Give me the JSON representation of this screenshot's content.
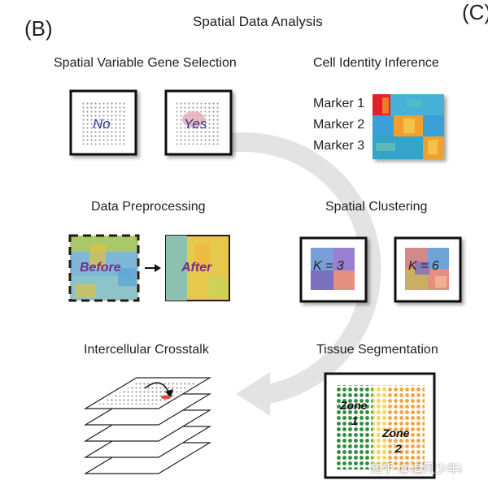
{
  "panel_label_left": "(B)",
  "panel_label_right": "(C)",
  "title": "Spatial Data Analysis",
  "sections": {
    "svg_selection": {
      "title": "Spatial Variable Gene Selection",
      "labels": [
        "No",
        "Yes"
      ]
    },
    "cell_identity": {
      "title": "Cell Identity Inference",
      "markers": [
        "Marker 1",
        "Marker 2",
        "Marker 3"
      ]
    },
    "preprocessing": {
      "title": "Data Preprocessing",
      "before": "Before",
      "after": "After"
    },
    "clustering": {
      "title": "Spatial Clustering",
      "k_labels": [
        "K = 3",
        "K = 6"
      ]
    },
    "crosstalk": {
      "title": "Intercellular Crosstalk"
    },
    "segmentation": {
      "title": "Tissue Segmentation",
      "zone1": [
        "Zone",
        "1"
      ],
      "zone2": [
        "Zone",
        "2"
      ]
    }
  },
  "watermark": "知乎 @追风少年i",
  "colors": {
    "cycle_arrow": "#e3e3e3",
    "label_blue": "#2b3c9b",
    "label_purple": "#7a2a8c",
    "heatmap_blue": "#3aa0d6",
    "heatmap_orange": "#f0a030",
    "heatmap_red": "#e4202a",
    "zone_green": "#2e8b3a",
    "zone_orange": "#f0a540"
  }
}
